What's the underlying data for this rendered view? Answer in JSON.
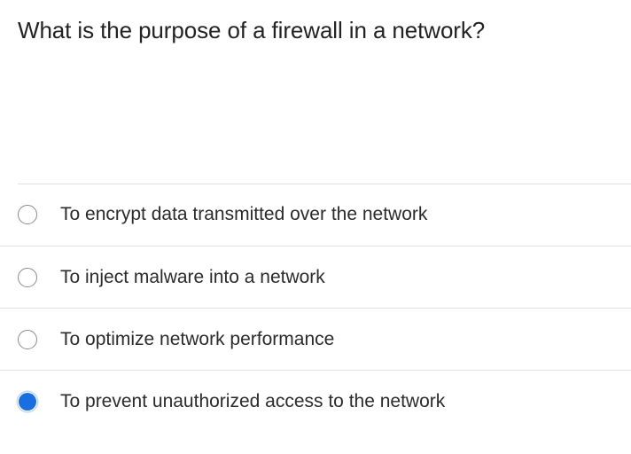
{
  "question": {
    "text": "What is the purpose of a firewall in a network?"
  },
  "colors": {
    "accent": "#1a6fe0",
    "accent_halo": "#c3d6f5",
    "divider": "#e0e0e0",
    "text": "#2b2b2b",
    "question_text": "#232323",
    "radio_ring": "#8a8a8a",
    "background": "#ffffff"
  },
  "options": [
    {
      "label": "To encrypt data transmitted over the network",
      "selected": false,
      "icon": "radio-unchecked-icon"
    },
    {
      "label": "To inject malware into a network",
      "selected": false,
      "icon": "radio-unchecked-icon"
    },
    {
      "label": "To optimize network performance",
      "selected": false,
      "icon": "radio-unchecked-icon"
    },
    {
      "label": "To prevent unauthorized access to the network",
      "selected": true,
      "icon": "radio-checked-icon"
    }
  ]
}
